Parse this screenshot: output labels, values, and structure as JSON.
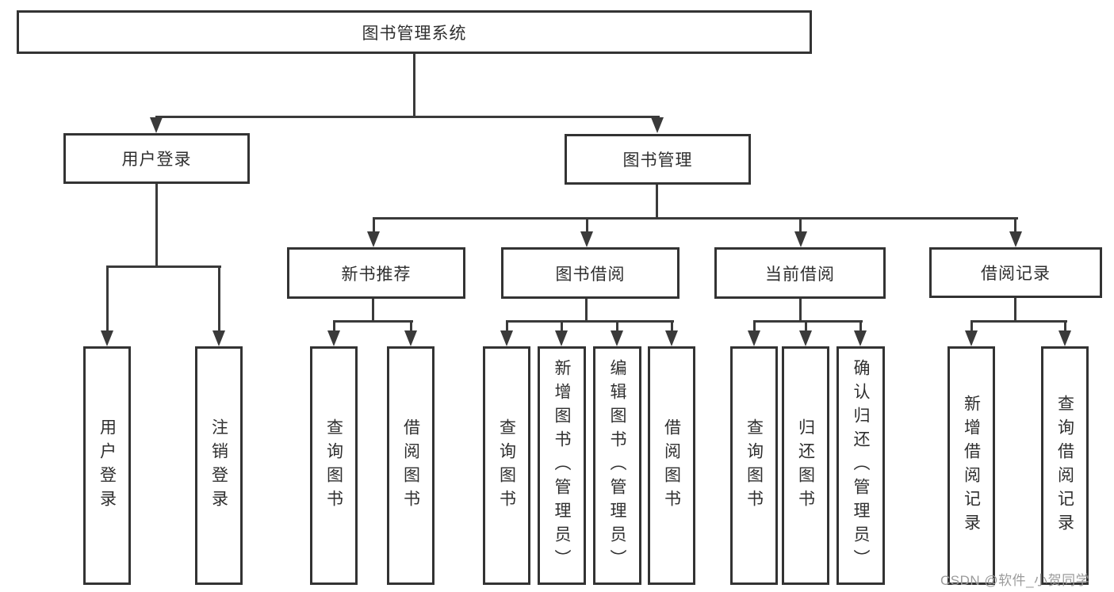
{
  "tree": {
    "root": "图书管理系统",
    "children": [
      {
        "label": "用户登录",
        "children": [
          "用户登录",
          "注销登录"
        ]
      },
      {
        "label": "图书管理",
        "children": [
          {
            "label": "新书推荐",
            "children": [
              "查询图书",
              "借阅图书"
            ]
          },
          {
            "label": "图书借阅",
            "children": [
              "查询图书",
              "新增图书（管理员）",
              "编辑图书（管理员）",
              "借阅图书"
            ]
          },
          {
            "label": "当前借阅",
            "children": [
              "查询图书",
              "归还图书",
              "确认归还（管理员）"
            ]
          },
          {
            "label": "借阅记录",
            "children": [
              "新增借阅记录",
              "查询借阅记录"
            ]
          }
        ]
      }
    ]
  },
  "watermark": "CSDN @软件_小贺同学",
  "colors": {
    "line": "#3a3a3a",
    "box_border": "#333333",
    "text": "#2f2f2f",
    "watermark": "#9b9b9b",
    "background": "#ffffff"
  }
}
